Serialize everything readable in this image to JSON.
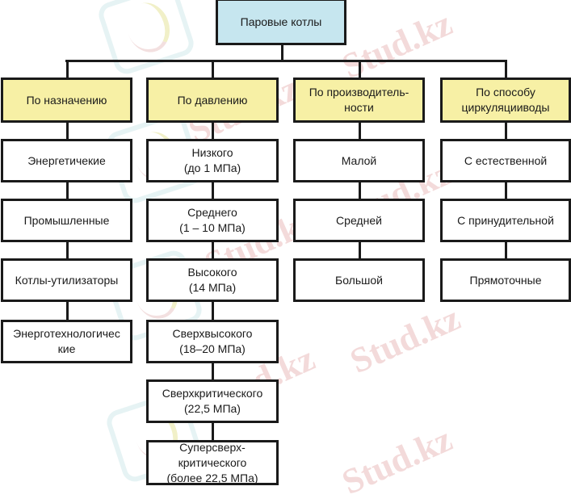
{
  "title": "Паровые котлы",
  "colors": {
    "root_fill": "#c6e6ef",
    "category_fill": "#f7f0a5",
    "leaf_fill": "#ffffff",
    "border": "#1a1a1a"
  },
  "watermark": "Stud.kz",
  "categories": [
    {
      "label": "По назначению",
      "items": [
        "Энергетичекие",
        "Промышленные",
        "Котлы-утилизаторы",
        "Энерготехнологичес\nкие"
      ]
    },
    {
      "label": "По давлению",
      "items": [
        "Низкого\n(до 1 МПа)",
        "Среднего\n(1 – 10 МПа)",
        "Высокого\n(14 МПа)",
        "Сверхвысокого\n(18–20 МПа)",
        "Сверхкритического\n(22,5 МПа)",
        "Суперсверх-\nкритического\n(более 22,5 МПа)"
      ]
    },
    {
      "label": "По производитель-\nности",
      "items": [
        "Малой",
        "Средней",
        "Большой"
      ]
    },
    {
      "label": "По способу\nциркуляцииводы",
      "items": [
        "С естественной",
        "С принудительной",
        "Прямоточные"
      ]
    }
  ]
}
